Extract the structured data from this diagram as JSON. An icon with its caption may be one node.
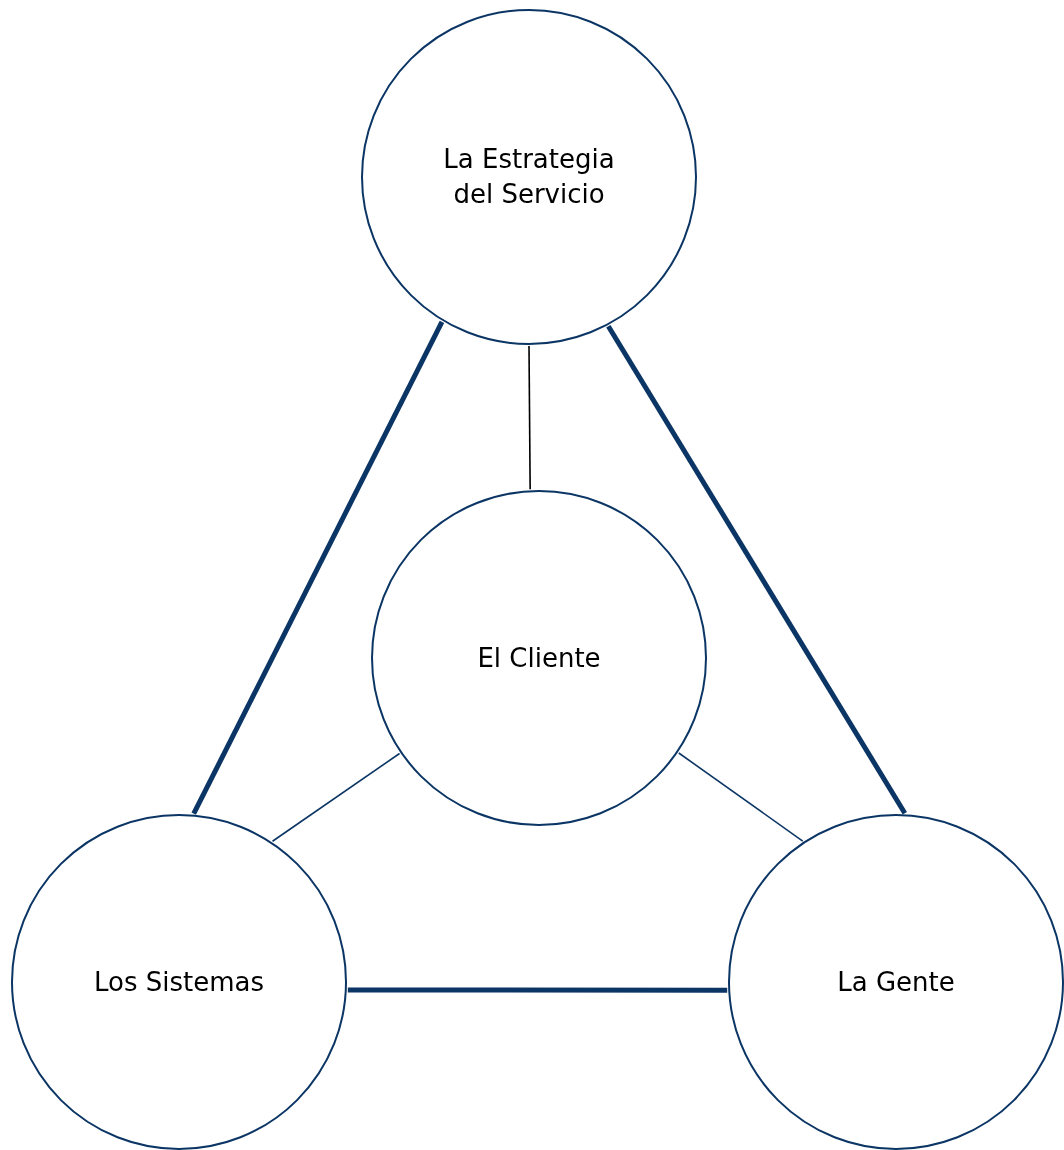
{
  "diagram": {
    "nodes": [
      {
        "text": [
          "La Estrategia del Servicio"
        ]
      },
      {
        "text": [
          "El Cliente"
        ]
      },
      {
        "text": [
          "Los Sistemas"
        ]
      },
      {
        "text": [
          "La Gente"
        ]
      }
    ],
    "edges": [
      {
        "from": 0,
        "to": 2,
        "arrow": "none",
        "style": "thick"
      },
      {
        "from": 0,
        "to": 3,
        "arrow": "none",
        "style": "thick"
      },
      {
        "from": 2,
        "to": 3,
        "arrow": "none",
        "style": "thick"
      },
      {
        "from": 0,
        "to": 1,
        "arrow": "none",
        "color": "#000000"
      },
      {
        "from": 1,
        "to": 2,
        "arrow": "none"
      },
      {
        "from": 1,
        "to": 3,
        "arrow": "none"
      }
    ]
  }
}
